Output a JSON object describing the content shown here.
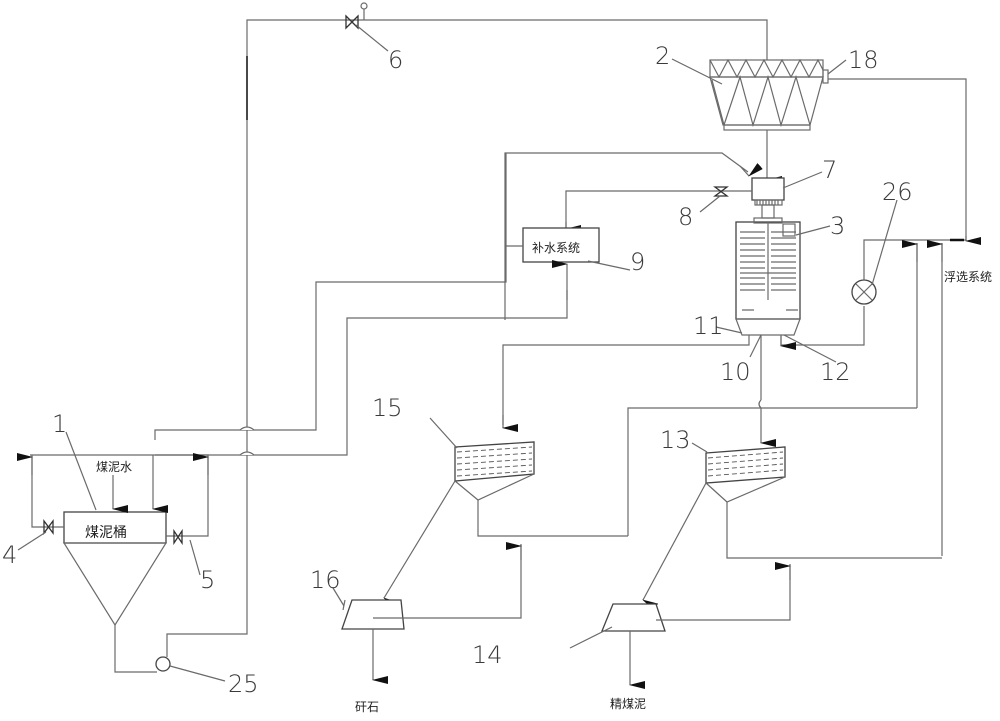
{
  "diagram": {
    "type": "coal slurry process flow diagram",
    "equipment_labels": {
      "slurry_tank": "煤泥桶",
      "slurry_water": "煤泥水",
      "makeup_water": "补水系统",
      "flotation": "浮选系统",
      "gangue": "矸石",
      "clean_coal_slime": "精煤泥"
    },
    "reference_numbers": {
      "n1": "1",
      "n2": "2",
      "n3": "3",
      "n4": "4",
      "n5": "5",
      "n6": "6",
      "n7": "7",
      "n8": "8",
      "n9": "9",
      "n10": "10",
      "n11": "11",
      "n12": "12",
      "n13": "13",
      "n14": "14",
      "n15": "15",
      "n16": "16",
      "n18": "18",
      "n25": "25",
      "n26": "26"
    }
  }
}
